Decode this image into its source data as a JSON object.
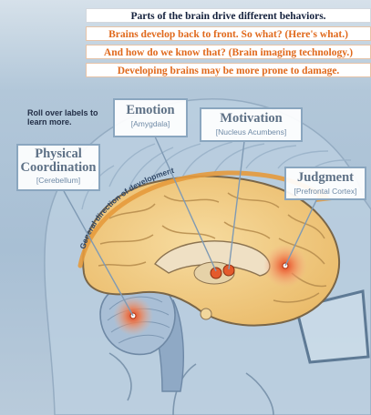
{
  "tabs": [
    {
      "label": "Parts of the brain drive different behaviors.",
      "state": "active"
    },
    {
      "label": "Brains develop back to front. So what? (Here's what.)",
      "state": "inactive"
    },
    {
      "label": "And how do we know that? (Brain imaging technology.)",
      "state": "inactive"
    },
    {
      "label": "Developing brains may be more prone to damage.",
      "state": "inactive"
    }
  ],
  "hint": "Roll over labels to learn more.",
  "regions": [
    {
      "id": "physical-coordination",
      "name_line1": "Physical",
      "name_line2": "Coordination",
      "structure": "[Cerebellum]"
    },
    {
      "id": "emotion",
      "name": "Emotion",
      "structure": "[Amygdala]"
    },
    {
      "id": "motivation",
      "name": "Motivation",
      "structure": "[Nucleus Acumbens]"
    },
    {
      "id": "judgment",
      "name": "Judgment",
      "structure": "[Prefrontal Cortex]"
    }
  ],
  "arrow_label": "General direction of development",
  "colors": {
    "active_tab_text": "#14213d",
    "inactive_tab_text": "#e0691c",
    "background_top": "#9fb8d0",
    "brain": "#f2cc85",
    "hotspot": "#e8572e",
    "label_border": "#8aa6bf"
  }
}
